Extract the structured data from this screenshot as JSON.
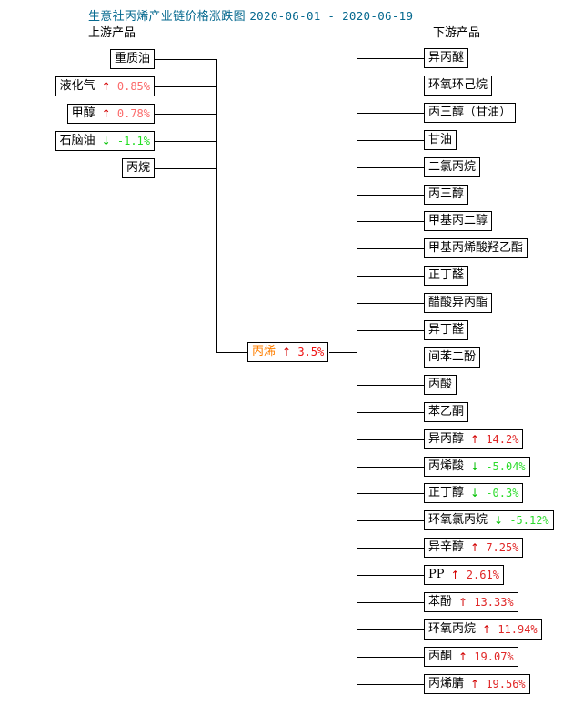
{
  "chart_data": {
    "type": "diagram",
    "title": "生意社丙烯产业链价格涨跌图",
    "date_range": "2020-06-01 - 2020-06-19",
    "columns": {
      "upstream": "上游产品",
      "downstream": "下游产品"
    },
    "center": {
      "name": "丙烯",
      "arrow": "↑",
      "change": "3.5%",
      "direction": "up",
      "value": 3.5
    },
    "upstream": [
      {
        "name": "重质油",
        "arrow": "",
        "change": "",
        "direction": "none",
        "value": null
      },
      {
        "name": "液化气",
        "arrow": "↑",
        "change": "0.85%",
        "direction": "up",
        "value": 0.85
      },
      {
        "name": "甲醇",
        "arrow": "↑",
        "change": "0.78%",
        "direction": "up",
        "value": 0.78
      },
      {
        "name": "石脑油",
        "arrow": "↓",
        "change": "-1.1%",
        "direction": "down",
        "value": -1.1
      },
      {
        "name": "丙烷",
        "arrow": "",
        "change": "",
        "direction": "none",
        "value": null
      }
    ],
    "downstream": [
      {
        "name": "异丙醚",
        "arrow": "",
        "change": "",
        "direction": "none",
        "value": null
      },
      {
        "name": "环氧环己烷",
        "arrow": "",
        "change": "",
        "direction": "none",
        "value": null
      },
      {
        "name": "丙三醇（甘油）",
        "arrow": "",
        "change": "",
        "direction": "none",
        "value": null
      },
      {
        "name": "甘油",
        "arrow": "",
        "change": "",
        "direction": "none",
        "value": null
      },
      {
        "name": "二氯丙烷",
        "arrow": "",
        "change": "",
        "direction": "none",
        "value": null
      },
      {
        "name": "丙三醇",
        "arrow": "",
        "change": "",
        "direction": "none",
        "value": null
      },
      {
        "name": "甲基丙二醇",
        "arrow": "",
        "change": "",
        "direction": "none",
        "value": null
      },
      {
        "name": "甲基丙烯酸羟乙酯",
        "arrow": "",
        "change": "",
        "direction": "none",
        "value": null
      },
      {
        "name": "正丁醛",
        "arrow": "",
        "change": "",
        "direction": "none",
        "value": null
      },
      {
        "name": "醋酸异丙酯",
        "arrow": "",
        "change": "",
        "direction": "none",
        "value": null
      },
      {
        "name": "异丁醛",
        "arrow": "",
        "change": "",
        "direction": "none",
        "value": null
      },
      {
        "name": "间苯二酚",
        "arrow": "",
        "change": "",
        "direction": "none",
        "value": null
      },
      {
        "name": "丙酸",
        "arrow": "",
        "change": "",
        "direction": "none",
        "value": null
      },
      {
        "name": "苯乙酮",
        "arrow": "",
        "change": "",
        "direction": "none",
        "value": null
      },
      {
        "name": "异丙醇",
        "arrow": "↑",
        "change": "14.2%",
        "direction": "up",
        "value": 14.2
      },
      {
        "name": "丙烯酸",
        "arrow": "↓",
        "change": "-5.04%",
        "direction": "down",
        "value": -5.04
      },
      {
        "name": "正丁醇",
        "arrow": "↓",
        "change": "-0.3%",
        "direction": "down",
        "value": -0.3
      },
      {
        "name": "环氧氯丙烷",
        "arrow": "↓",
        "change": "-5.12%",
        "direction": "down",
        "value": -5.12
      },
      {
        "name": "异辛醇",
        "arrow": "↑",
        "change": "7.25%",
        "direction": "up",
        "value": 7.25
      },
      {
        "name": "PP",
        "arrow": "↑",
        "change": "2.61%",
        "direction": "up",
        "value": 2.61,
        "latin": true
      },
      {
        "name": "苯酚",
        "arrow": "↑",
        "change": "13.33%",
        "direction": "up",
        "value": 13.33
      },
      {
        "name": "环氧丙烷",
        "arrow": "↑",
        "change": "11.94%",
        "direction": "up",
        "value": 11.94
      },
      {
        "name": "丙酮",
        "arrow": "↑",
        "change": "19.07%",
        "direction": "up",
        "value": 19.07
      },
      {
        "name": "丙烯腈",
        "arrow": "↑",
        "change": "19.56%",
        "direction": "up",
        "value": 19.56
      }
    ],
    "colors": {
      "title": "#06698f",
      "up_text": "#e02727",
      "down_text": "#2ddc2d",
      "center": "#ff7f00",
      "box_border": "#000000",
      "background": "#ffffff"
    }
  }
}
